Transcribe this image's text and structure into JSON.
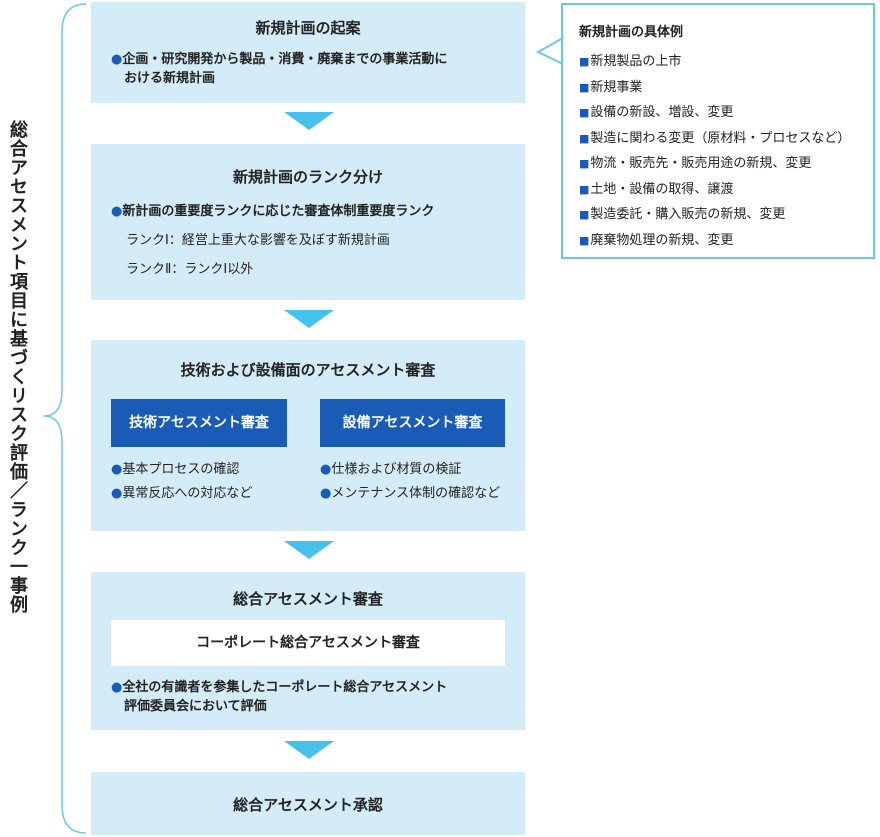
{
  "side_label": "総合アセスメント項目に基づくリスク評価／ランク一事例",
  "step1": {
    "title": "新規計画の起案",
    "bullet_lines": [
      "企画・研究開発から製品・消費・廃棄までの事業活動に",
      "おける新規計画"
    ]
  },
  "step2": {
    "title": "新規計画のランク分け",
    "bullet": "新計画の重要度ランクに応じた審査体制重要度ランク",
    "rank1": "ランクⅠ：経営上重大な影響を及ぼす新規計画",
    "rank2": "ランクⅡ：ランクⅠ以外"
  },
  "step3": {
    "title": "技術および設備面のアセスメント審査",
    "left": {
      "label": "技術アセスメント審査",
      "items": [
        "基本プロセスの確認",
        "異常反応への対応など"
      ]
    },
    "right": {
      "label": "設備アセスメント審査",
      "items": [
        "仕様および材質の検証",
        "メンテナンス体制の確認など"
      ]
    }
  },
  "step4": {
    "title": "総合アセスメント審査",
    "inner": "コーポレート総合アセスメント審査",
    "bullet_lines": [
      "全社の有識者を参集したコーポレート総合アセスメント",
      "評価委員会において評価"
    ]
  },
  "step5": {
    "title": "総合アセスメント承認"
  },
  "callout": {
    "title": "新規計画の具体例",
    "items": [
      "新規製品の上市",
      "新規事業",
      "設備の新設、増設、変更",
      "製造に関わる変更（原材料・プロセスなど）",
      "物流・販売先・販売用途の新規、変更",
      "土地・設備の取得、譲渡",
      "製造委託・購入販売の新規、変更",
      "廃棄物処理の新規、変更"
    ]
  },
  "colors": {
    "box_bg": "#d4ecf8",
    "arrow": "#48c0ec",
    "accent": "#1a5bb8",
    "callout_border": "#6cc6ea"
  }
}
